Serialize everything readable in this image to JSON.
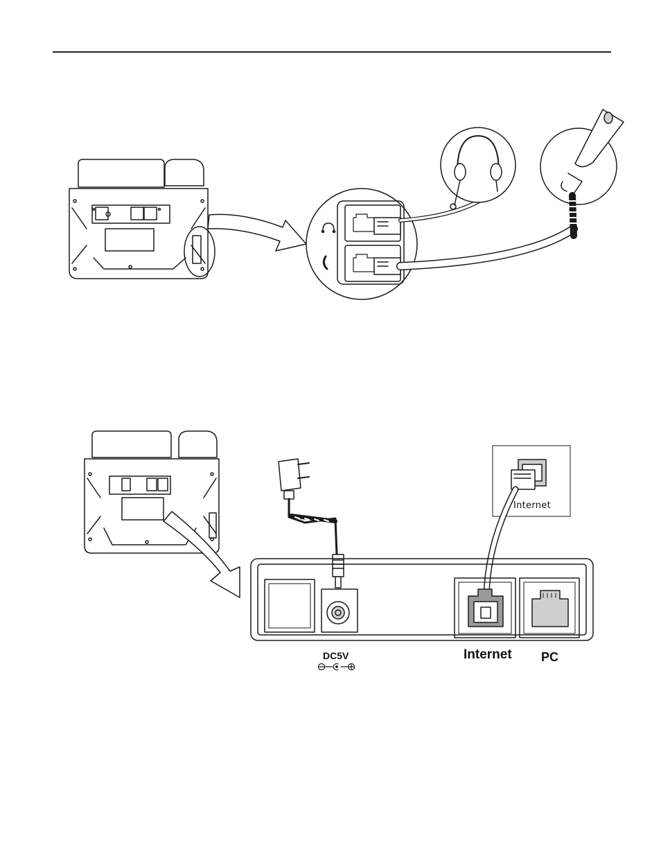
{
  "figure_top": {
    "description_icons": [
      "phone-back-icon",
      "zoom-arrow-icon",
      "headset-port-icon",
      "handset-port-icon",
      "headset-icon",
      "handset-icon"
    ]
  },
  "figure_bottom": {
    "labels": {
      "wall_jack": "Internet",
      "power": "DC5V",
      "internet_port": "Internet",
      "pc_port": "PC"
    }
  },
  "colors": {
    "line": "#1a1a1a",
    "fill_grey": "#d0d0d0",
    "fill_dark": "#9a9a9a"
  }
}
